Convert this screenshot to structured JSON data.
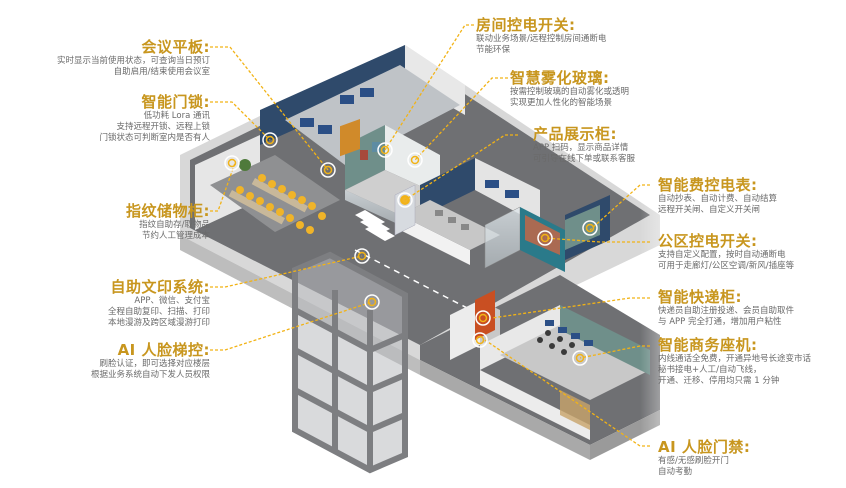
{
  "colors": {
    "accent": "#C8961E",
    "leader": "#F2B316",
    "floor": "#6e6f71",
    "wall_light": "#e4e4e4",
    "wall_dark": "#2f4a6b",
    "wall_teal": "#6f8f8a",
    "chair": "#f0b429",
    "desc_text": "#6a6a6a"
  },
  "left_labels": [
    {
      "title": "会议平板:",
      "lines": [
        "实时显示当前使用状态，可查询当日预订",
        "自助启用/结束使用会议室"
      ]
    },
    {
      "title": "智能门锁:",
      "lines": [
        "低功耗 Lora 通讯",
        "支持远程开锁、远程上锁",
        "门锁状态可判断室内是否有人"
      ]
    },
    {
      "title": "指纹储物柜:",
      "lines": [
        "指纹自助存/取物品",
        "节约人工管理成本"
      ]
    },
    {
      "title": "自助文印系统:",
      "lines": [
        "APP、微信、支付宝",
        "全程自助复印、扫描、打印",
        "本地漫游及跨区域漫游打印"
      ]
    },
    {
      "title": "AI 人脸梯控:",
      "lines": [
        "刷脸认证，即可选择对应楼层",
        "根据业务系统自动下发人员权限"
      ]
    }
  ],
  "right_labels": [
    {
      "title": "房间控电开关:",
      "lines": [
        "联动业务场景/远程控制房间通断电",
        "节能环保"
      ]
    },
    {
      "title": "智慧雾化玻璃:",
      "lines": [
        "按需控制玻璃的自动雾化或透明",
        "实现更加人性化的智能场景"
      ]
    },
    {
      "title": "产品展示柜:",
      "lines": [
        "APP 扫码，显示商品详情",
        "可引导在线下单或联系客服"
      ]
    },
    {
      "title": "智能费控电表:",
      "lines": [
        "自动抄表、自动计费、自动结算",
        "远程开关闸、自定义开关闸"
      ]
    },
    {
      "title": "公区控电开关:",
      "lines": [
        "支持自定义配置，按时自动通断电",
        "可用于走廊灯/公区空调/新风/插座等"
      ]
    },
    {
      "title": "智能快递柜:",
      "lines": [
        "快递员自助注册投递、会员自助取件",
        "与 APP 完全打通，增加用户粘性"
      ]
    },
    {
      "title": "智能商务座机:",
      "lines": [
        "内线通话全免费，开通异地号长途变市话",
        "秘书接电+人工/自动飞线，",
        "开通、迁移、停用均只需 1 分钟"
      ]
    },
    {
      "title": "AI 人脸门禁:",
      "lines": [
        "有感/无感刷脸开门",
        "自动考勤"
      ]
    }
  ]
}
